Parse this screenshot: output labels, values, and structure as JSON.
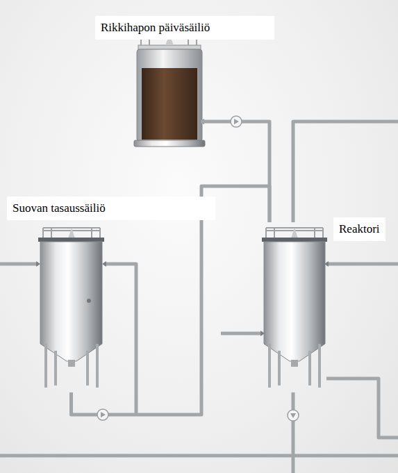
{
  "diagram": {
    "nodes": [
      {
        "text": [
          "Rikkihapon päiväsäiliö"
        ]
      },
      {
        "text": [
          "Suovan tasaussäiliö"
        ]
      },
      {
        "text": [
          "Reaktori"
        ]
      }
    ],
    "edges": [
      {
        "from": 0,
        "to": 2,
        "arrow": "none"
      },
      {
        "from": 1,
        "to": 2,
        "arrow": "none"
      }
    ]
  }
}
